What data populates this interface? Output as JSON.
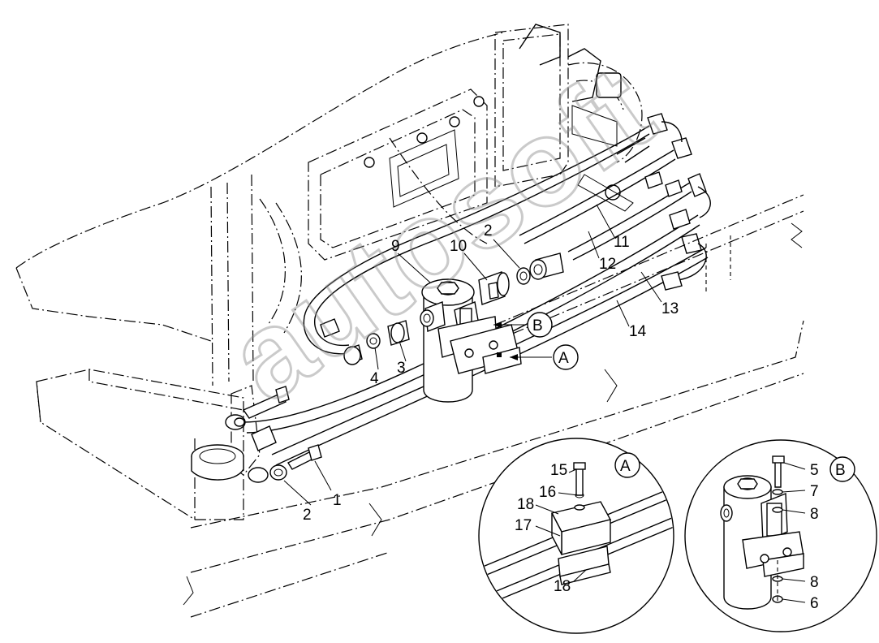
{
  "callouts": {
    "c1": "1",
    "c2a": "2",
    "c2b": "2",
    "c3": "3",
    "c4": "4",
    "c9": "9",
    "c10": "10",
    "c11": "11",
    "c12": "12",
    "c13": "13",
    "c14": "14",
    "detA_c15": "15",
    "detA_c16": "16",
    "detA_c17": "17",
    "detA_c18a": "18",
    "detA_c18b": "18",
    "detB_c5": "5",
    "detB_c6": "6",
    "detB_c7": "7",
    "detB_c8a": "8",
    "detB_c8b": "8"
  },
  "detail_markers": {
    "main_A": "A",
    "main_B": "B",
    "inset_A": "A",
    "inset_B": "B"
  },
  "watermark": {
    "text": "autosoft"
  }
}
